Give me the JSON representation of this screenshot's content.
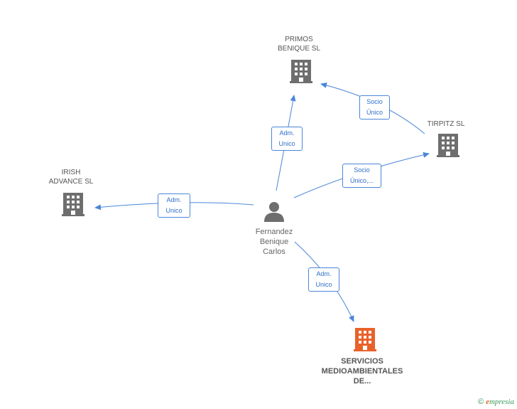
{
  "nodes": {
    "primos": {
      "label": "PRIMOS\nBENIQUE SL",
      "icon": "building-icon",
      "color": "#6e6e6e"
    },
    "tirpitz": {
      "label": "TIRPITZ SL",
      "icon": "building-icon",
      "color": "#6e6e6e"
    },
    "irish": {
      "label": "IRISH\nADVANCE SL",
      "icon": "building-icon",
      "color": "#6e6e6e"
    },
    "person": {
      "label": "Fernandez\nBenique\nCarlos",
      "icon": "person-icon",
      "color": "#6e6e6e"
    },
    "servicios": {
      "label": "SERVICIOS\nMEDIOAMBIENTALES\nDE...",
      "icon": "building-icon",
      "color": "#e8622a"
    }
  },
  "edges": {
    "person_primos": "Adm.\nUnico",
    "tirpitz_primos": "Socio\nÚnico",
    "person_tirpitz": "Socio\nÚnico,...",
    "person_irish": "Adm.\nUnico",
    "person_servicios": "Adm.\nUnico"
  },
  "edge_color": "#4a86d8",
  "footer": {
    "copyright": "©",
    "brand_first": "e",
    "brand_rest": "mpresia"
  }
}
